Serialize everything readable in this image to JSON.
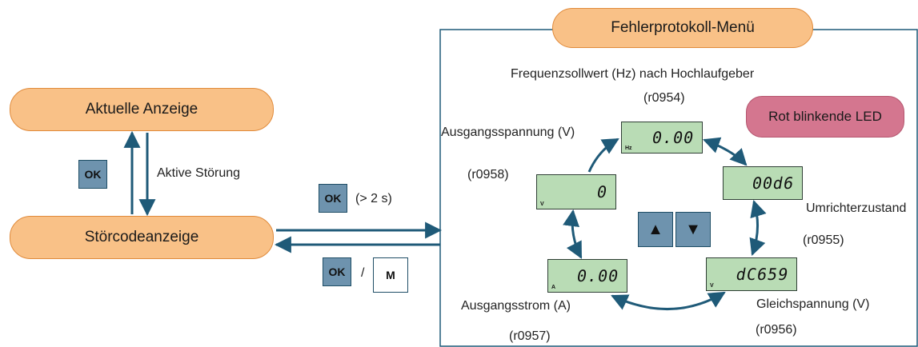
{
  "colors": {
    "pill_fill": "#f9c187",
    "arrow": "#1f5a78",
    "lcd_fill": "#b9dcb5",
    "led_fill": "#d4768f",
    "key_fill": "#6e93ae"
  },
  "states": {
    "current_display": "Aktuelle Anzeige",
    "fault_code_display": "Störcodeanzeige",
    "fault_log_menu": "Fehlerprotokoll-Menü"
  },
  "transitions": {
    "active_fault": "Aktive Störung",
    "hold_time": "(> 2 s)",
    "separator": "/"
  },
  "keys": {
    "ok": "OK",
    "m": "M",
    "up": "▲",
    "down": "▼"
  },
  "led": {
    "label": "Rot blinkende LED"
  },
  "parameters": {
    "freq": {
      "label": "Frequenzsollwert (Hz) nach Hochlaufgeber",
      "code": "(r0954)",
      "value": "0.00",
      "unit": "Hz"
    },
    "state": {
      "label": "Umrichterzustand",
      "code": "(r0955)",
      "value": "00d6"
    },
    "dc": {
      "label": "Gleichspannung (V)",
      "code": "(r0956)",
      "value": "dC659",
      "unit": "V"
    },
    "current": {
      "label": "Ausgangsstrom (A)",
      "code": "(r0957)",
      "value": "0.00",
      "unit": "A"
    },
    "voltage": {
      "label": "Ausgangsspannung (V)",
      "code": "(r0958)",
      "value": "0",
      "unit": "V"
    }
  }
}
